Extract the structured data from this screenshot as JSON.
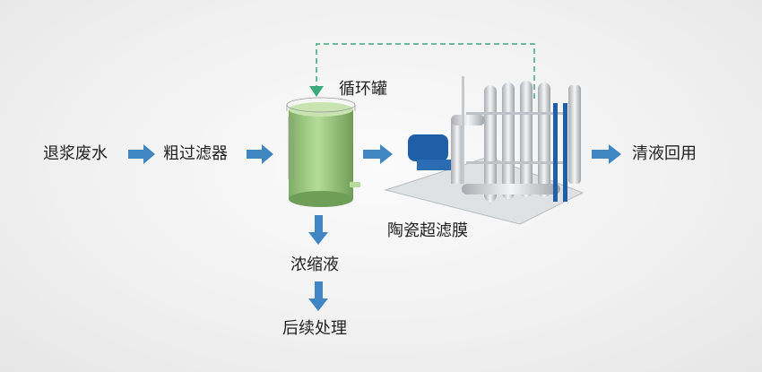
{
  "colors": {
    "arrow": "#3f86c3",
    "recycle": "#3aa97f",
    "tank": "#9fcb84",
    "pipe": "#d6d9dc",
    "motor": "#1f5fa8"
  },
  "steps": {
    "input": "退浆废水",
    "prefilter": "粗过滤器",
    "tank": "循环罐",
    "membrane": "陶瓷超滤膜",
    "permeate": "清液回用",
    "concentrate": "浓缩液",
    "post": "后续处理"
  }
}
